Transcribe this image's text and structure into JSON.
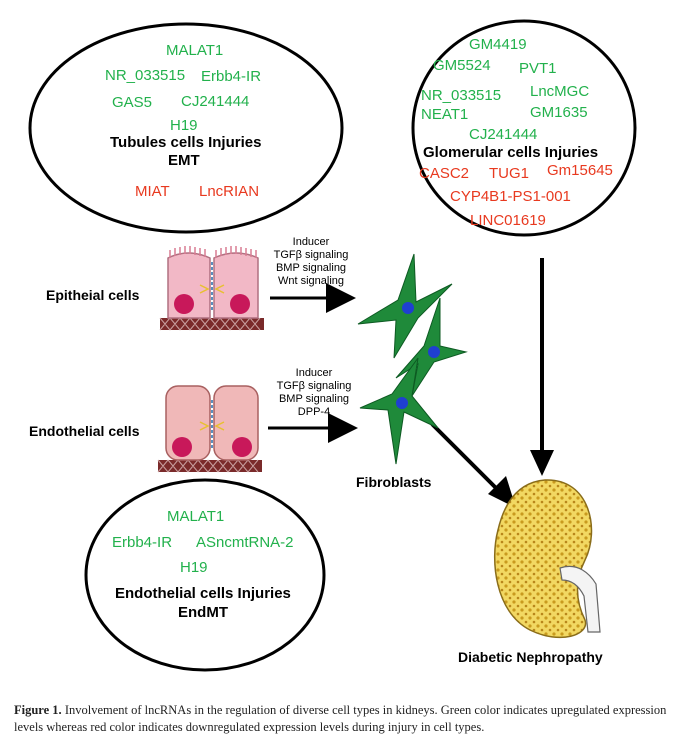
{
  "tubules_box": {
    "up": [
      "MALAT1",
      "NR_033515",
      "Erbb4-IR",
      "GAS5",
      "CJ241444",
      "H19"
    ],
    "title": "Tubules cells Injuries",
    "subtitle": "EMT",
    "down": [
      "MIAT",
      "LncRIAN"
    ]
  },
  "glomerular_box": {
    "up": [
      "GM4419",
      "GM5524",
      "PVT1",
      "NR_033515",
      "LncMGC",
      "NEAT1",
      "GM1635",
      "CJ241444"
    ],
    "title": "Glomerular cells Injuries",
    "down": [
      "CASC2",
      "TUG1",
      "Gm15645",
      "CYP4B1-PS1-001",
      "LINC01619"
    ]
  },
  "endothelial_box": {
    "up": [
      "MALAT1",
      "Erbb4-IR",
      "ASncmtRNA-2",
      "H19"
    ],
    "title": "Endothelial cells Injuries",
    "subtitle": "EndMT"
  },
  "epithelial": {
    "label": "Epitheial cells",
    "inducers": [
      "Inducer",
      "TGFβ signaling",
      "BMP signaling",
      "Wnt signaling"
    ]
  },
  "endothelial": {
    "label": "Endothelial cells",
    "inducers": [
      "Inducer",
      "TGFβ signaling",
      "BMP signaling",
      "DPP-4"
    ]
  },
  "fibroblasts_label": "Fibroblasts",
  "kidney_label": "Diabetic Nephropathy",
  "caption": {
    "prefix": "Figure 1.",
    "text": "Involvement of lncRNAs in the regulation of diverse cell types in kidneys. Green color indicates upregulated expression levels whereas red color indicates downregulated expression levels during injury in cell types."
  },
  "colors": {
    "upregulated": "#22b14c",
    "downregulated": "#e8391f",
    "fibroblast": "#1f8a3a",
    "nucleus": "#1f3fd1",
    "kidney": "#e9c84a"
  }
}
